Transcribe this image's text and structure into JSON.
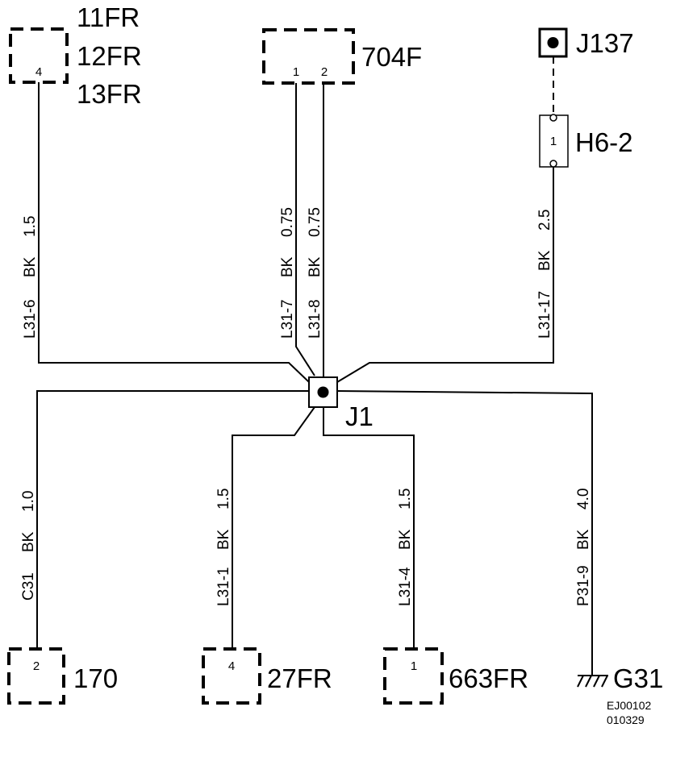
{
  "connectors": {
    "top_left": {
      "names": [
        "11FR",
        "12FR",
        "13FR"
      ],
      "pin": "4"
    },
    "top_center": {
      "name": "704F",
      "pins": [
        "1",
        "2"
      ]
    },
    "j137": {
      "name": "J137"
    },
    "h6_2": {
      "name": "H6-2",
      "pin": "1"
    },
    "splice": {
      "name": "J1"
    },
    "c170": {
      "name": "170",
      "pin": "2"
    },
    "c27fr": {
      "name": "27FR",
      "pin": "4"
    },
    "c663fr": {
      "name": "663FR",
      "pin": "1"
    },
    "ground": {
      "name": "G31"
    }
  },
  "wires": {
    "l31_6": {
      "id": "L31-6",
      "color": "BK",
      "size": "1.5"
    },
    "l31_7": {
      "id": "L31-7",
      "color": "BK",
      "size": "0.75"
    },
    "l31_8": {
      "id": "L31-8",
      "color": "BK",
      "size": "0.75"
    },
    "l31_17": {
      "id": "L31-17",
      "color": "BK",
      "size": "2.5"
    },
    "c31": {
      "id": "C31",
      "color": "BK",
      "size": "1.0"
    },
    "l31_1": {
      "id": "L31-1",
      "color": "BK",
      "size": "1.5"
    },
    "l31_4": {
      "id": "L31-4",
      "color": "BK",
      "size": "1.5"
    },
    "p31_9": {
      "id": "P31-9",
      "color": "BK",
      "size": "4.0"
    }
  },
  "drawing_codes": [
    "EJ00102",
    "010329"
  ]
}
